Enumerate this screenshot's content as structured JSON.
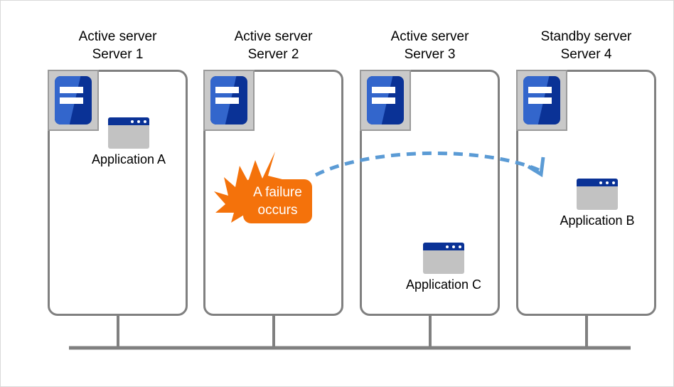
{
  "diagram": {
    "title": "Cluster failover diagram",
    "colors": {
      "server_box_border": "#808080",
      "server_icon_frame": "#c9c9c9",
      "server_icon_blue_light": "#3366cc",
      "server_icon_blue_dark": "#0a3296",
      "app_window_titlebar": "#0a3296",
      "app_window_body": "#c2c2c2",
      "failure_orange": "#f4720b",
      "arrow_blue": "#5b9bd5",
      "bus_gray": "#808080",
      "frame_border": "#d9d9d9"
    }
  },
  "columns": [
    {
      "role": "Active server",
      "name": "Server 1"
    },
    {
      "role": "Active server",
      "name": "Server 2"
    },
    {
      "role": "Active server",
      "name": "Server 3"
    },
    {
      "role": "Standby server",
      "name": "Server 4"
    }
  ],
  "servers": [
    {
      "id": "server-1",
      "apps": [
        {
          "label": "Application A"
        }
      ]
    },
    {
      "id": "server-2",
      "apps": []
    },
    {
      "id": "server-3",
      "apps": [
        {
          "label": "Application  C"
        }
      ]
    },
    {
      "id": "server-4",
      "apps": [
        {
          "label": "Application  B"
        }
      ]
    }
  ],
  "failure": {
    "line1": "A failure",
    "line2": "occurs",
    "on_server": "Server 2"
  },
  "failover_arrow": {
    "from": "Server 2",
    "to": "Server 4",
    "style": "dashed-curved"
  },
  "icons": {
    "server": "server-icon",
    "application": "application-window-icon",
    "burst": "failure-burst-icon",
    "arrow": "failover-arrow-icon"
  }
}
